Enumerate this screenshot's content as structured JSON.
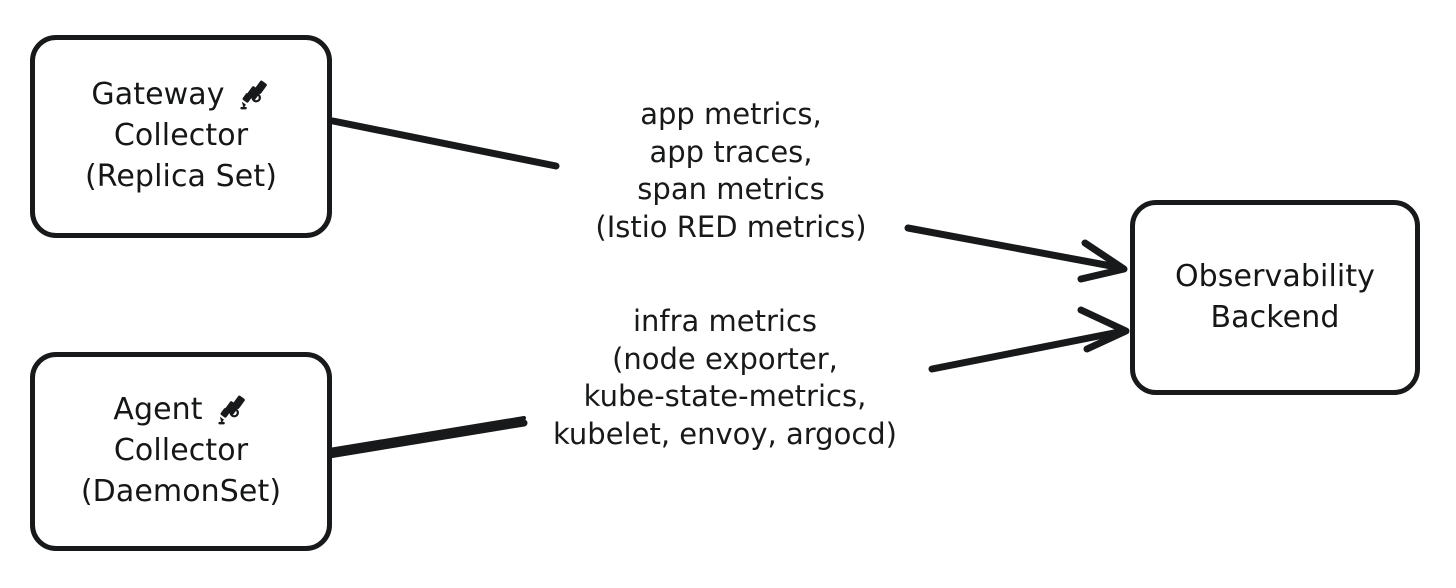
{
  "diagram": {
    "title": "OpenTelemetry collector to observability backend dataflow",
    "background_color": "#ffffff",
    "stroke_color": "#18191a",
    "nodes": [
      {
        "id": "gateway-collector",
        "icon": "telescope-icon",
        "lines": [
          "Gateway",
          "Collector",
          "(Replica Set)"
        ]
      },
      {
        "id": "agent-collector",
        "icon": "telescope-icon",
        "lines": [
          "Agent",
          "Collector",
          "(DaemonSet)"
        ]
      },
      {
        "id": "observability-backend",
        "icon": null,
        "lines": [
          "Observability",
          "Backend"
        ]
      }
    ],
    "edges": [
      {
        "id": "gateway-to-backend",
        "from": "gateway-collector",
        "to": "observability-backend",
        "arrow": "open-arrowhead",
        "label_lines": [
          "app metrics,",
          "app traces,",
          "span metrics",
          "(Istio RED metrics)"
        ]
      },
      {
        "id": "agent-to-backend",
        "from": "agent-collector",
        "to": "observability-backend",
        "arrow": "open-arrowhead",
        "label_lines": [
          "infra metrics",
          "(node exporter,",
          "kube-state-metrics,",
          "kubelet, envoy, argocd)"
        ]
      }
    ]
  }
}
